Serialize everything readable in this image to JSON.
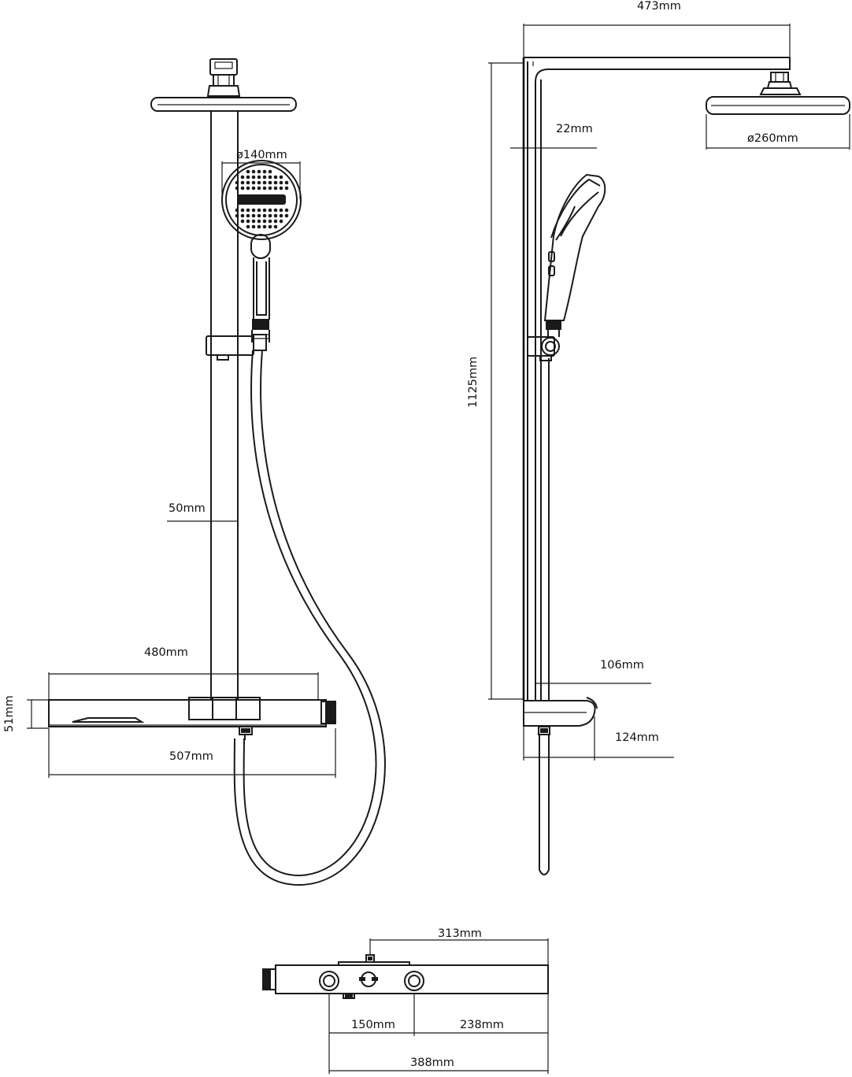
{
  "dimensions": {
    "head_diameter": "ø260mm",
    "arm_length": "473mm",
    "hand_shower_diameter": "ø140mm",
    "rail_offset": "22mm",
    "column_height": "1125mm",
    "riser_width": "50mm",
    "shelf_width": "480mm",
    "valve_height": "51mm",
    "valve_width": "507mm",
    "shelf_depth": "106mm",
    "valve_depth": "124mm",
    "centres_left": "150mm",
    "centres_right": "238mm",
    "inlet_offset": "313mm",
    "body_length": "388mm"
  }
}
